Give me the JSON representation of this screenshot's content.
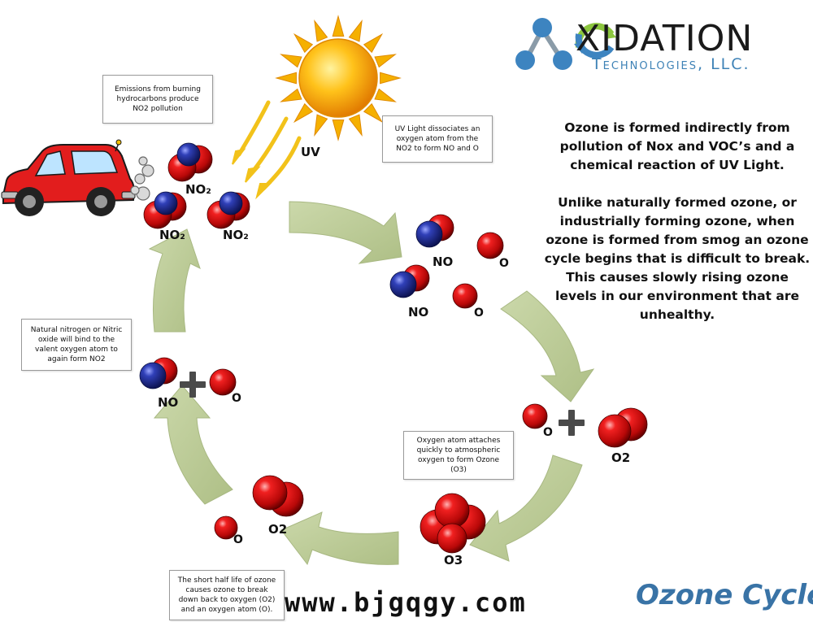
{
  "logo": {
    "word": "XIDATION",
    "sub": "Technologies, LLC."
  },
  "description": {
    "para1": "Ozone is formed indirectly from pollution of Nox and VOC’s and a chemical reaction of UV Light.",
    "para2": "Unlike naturally formed ozone, or industrially forming ozone, when ozone is formed from smog an ozone cycle begins that is difficult to break. This causes slowly rising ozone levels in our environment that are unhealthy."
  },
  "notes": {
    "emissions": "Emissions from burning hydrocarbons produce NO2 pollution",
    "uv": "UV Light dissociates an oxygen atom from the NO2 to form NO and O",
    "oxygen_attach": "Oxygen atom attaches quickly to atmospheric oxygen to form Ozone (O3)",
    "half_life": "The short half life of ozone causes ozone to break down back to oxygen (O2) and an oxygen atom (O).",
    "nitrogen": "Natural nitrogen or Nitric oxide will bind to the valent oxygen atom to again form NO2"
  },
  "labels": {
    "uv": "UV",
    "no2": "NO₂",
    "no": "NO",
    "o": "O",
    "o2": "O2",
    "o3": "O3"
  },
  "watermark": "www.bjgqgy.com",
  "cycle_title": "Ozone Cycle",
  "colors": {
    "arrow_fill": "#bccb98",
    "oxygen": "#d60d0d",
    "nitrogen": "#2e3a9e",
    "car": "#e02020",
    "sun": "#f5a800",
    "uv_arrow": "#f2c21a",
    "title_blue": "#3973a6"
  }
}
